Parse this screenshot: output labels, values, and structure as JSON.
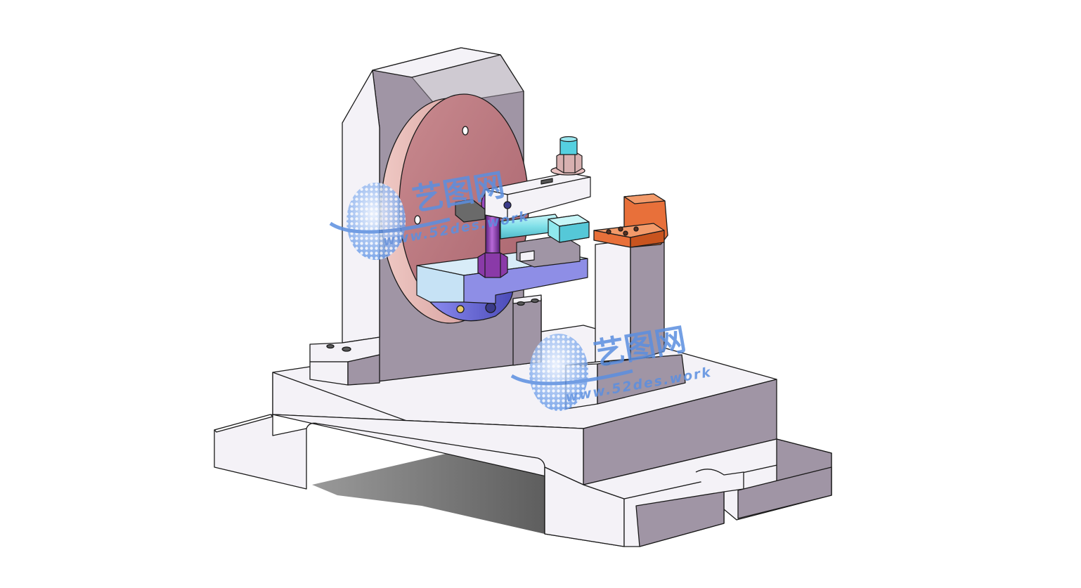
{
  "colors": {
    "background": "#ffffff",
    "body_light": "#f3f1f6",
    "body_dark": "#a095a5",
    "outline": "#1a1a1a",
    "shadow": "#6e6e6e",
    "disc": "#b8757e",
    "disc_edge": "#d9a8a6",
    "hub_blue": "#6e6ee0",
    "pin_purple": "#7b2fa0",
    "cylinder_cyan": "#8fe8ee",
    "nut_cyan": "#55d0e0",
    "plate_blue": "#c6e2f5",
    "plate_side": "#8e8ee6",
    "stop_orange": "#e8703a",
    "watermark": "#5b8fe0"
  },
  "watermarks": [
    {
      "cn": "艺图网",
      "url": "www.52des.work"
    },
    {
      "cn": "艺图网",
      "url": "www.52des.work"
    }
  ]
}
